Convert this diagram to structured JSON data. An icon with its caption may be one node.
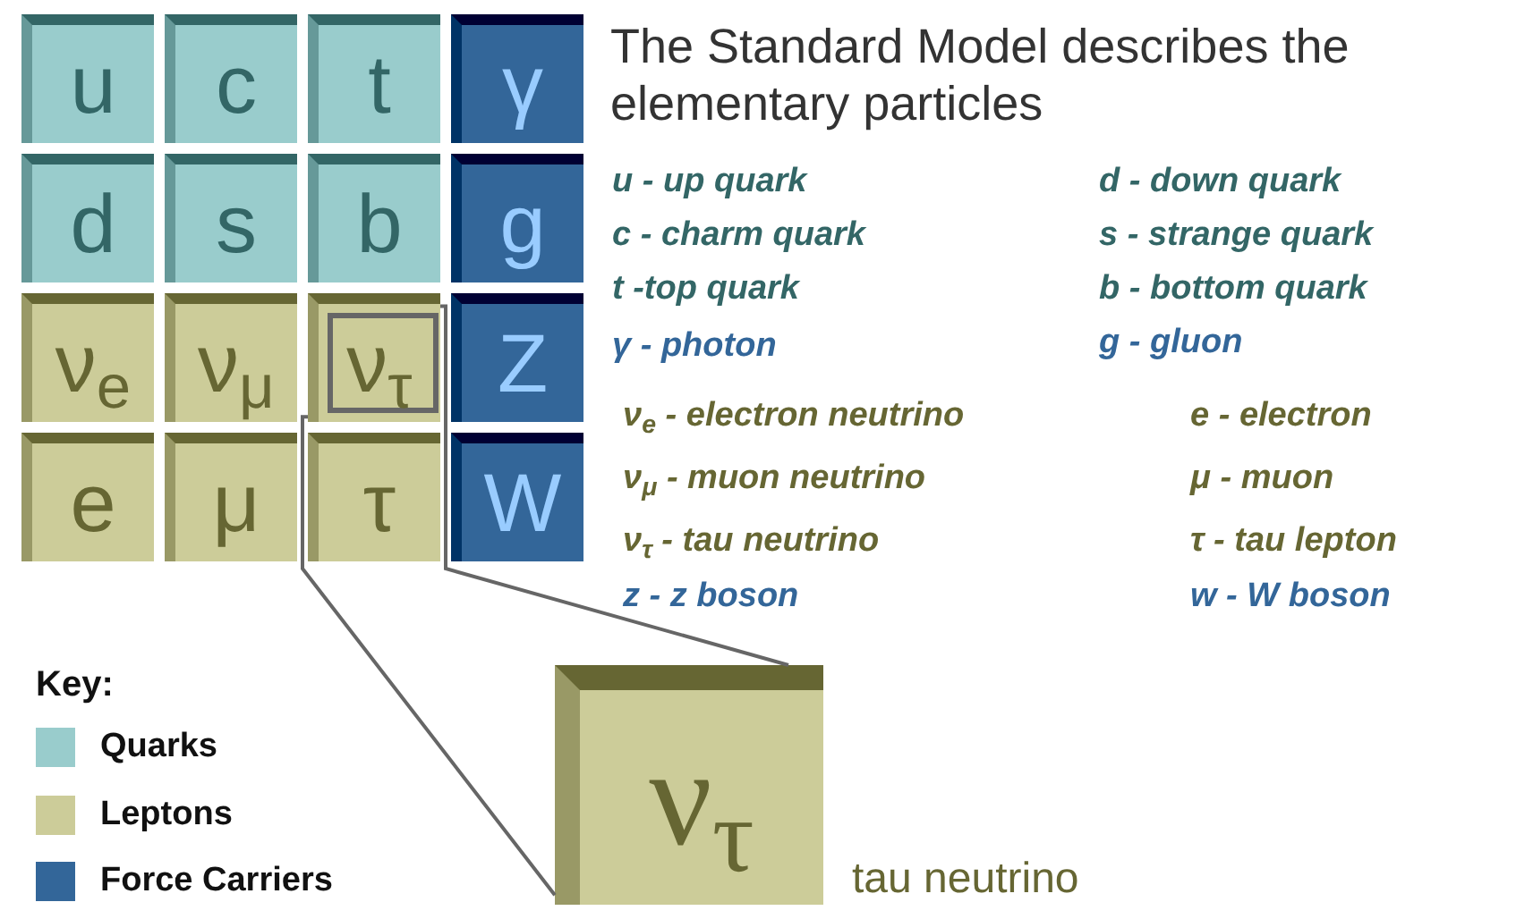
{
  "diagram": {
    "title": "The Standard Model describes the elementary particles",
    "nodes": [
      {
        "text": [
          "u"
        ]
      },
      {
        "text": [
          "c"
        ]
      },
      {
        "text": [
          "t"
        ]
      },
      {
        "text": [
          "γ"
        ]
      },
      {
        "text": [
          "d"
        ]
      },
      {
        "text": [
          "s"
        ]
      },
      {
        "text": [
          "b"
        ]
      },
      {
        "text": [
          "g"
        ]
      },
      {
        "text": [
          "ν$_{e}$"
        ]
      },
      {
        "text": [
          "ν$_{μ}$"
        ]
      },
      {
        "text": [
          "ν$_{τ}$"
        ]
      },
      {
        "text": [
          "Z"
        ]
      },
      {
        "text": [
          "e"
        ]
      },
      {
        "text": [
          "μ"
        ]
      },
      {
        "text": [
          "τ"
        ]
      },
      {
        "text": [
          "W"
        ]
      },
      {
        "text": [
          "ν$_{τ}$"
        ],
        "beside": [
          "tau neutrino"
        ]
      }
    ],
    "edges": [
      {
        "from": 10,
        "to": 16,
        "arrow": "none"
      },
      {
        "from": 10,
        "to": 16,
        "arrow": "none"
      }
    ],
    "labels": [
      "u - up quark",
      "d - down quark",
      "c - charm quark",
      "s - strange quark",
      "t -top quark",
      "b - bottom quark",
      "γ - photon",
      "g - gluon",
      "ν$_{e}$ - electron neutrino",
      "e - electron",
      "ν$_{μ}$ - muon neutrino",
      "μ - muon",
      "ν$_{τ}$ - tau neutrino",
      "τ - tau lepton",
      "z - z boson",
      "w - W boson",
      "Key:"
    ],
    "legend": [
      {
        "text": "Quarks",
        "color": "#99cccc"
      },
      {
        "text": "Leptons",
        "color": "#cccc99"
      },
      {
        "text": "Force Carriers",
        "color": "#336699"
      }
    ]
  }
}
